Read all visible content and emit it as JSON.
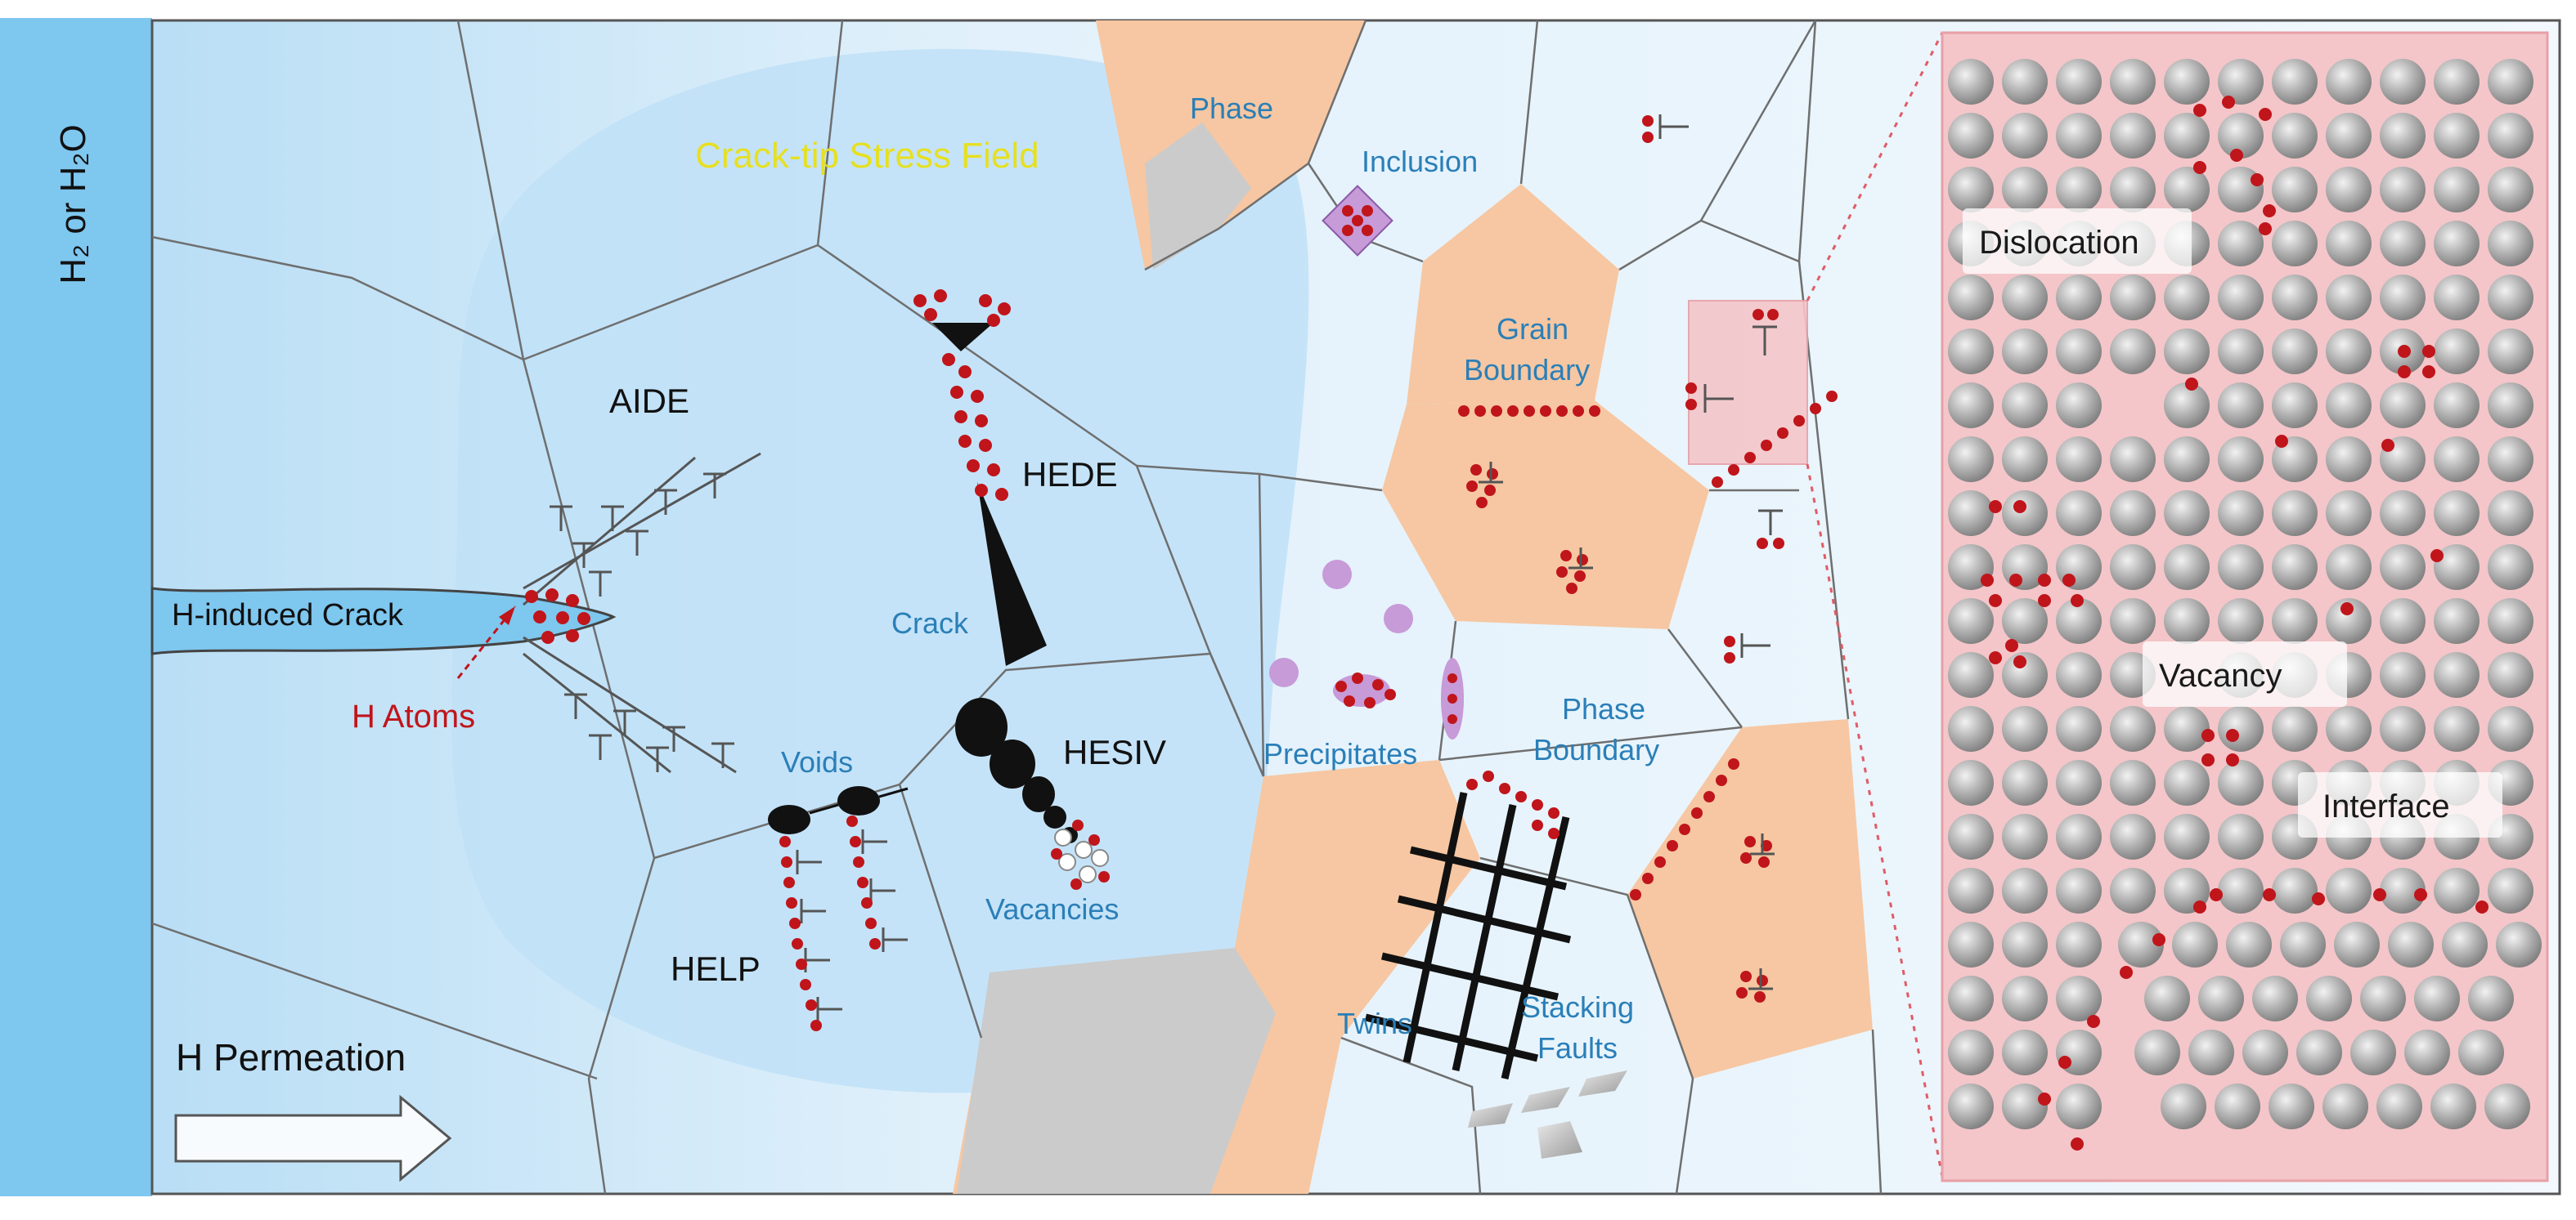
{
  "labels": {
    "side": "H₂ or H₂O",
    "stress_field": "Crack-tip Stress Field",
    "aide": "AIDE",
    "hede": "HEDE",
    "hesiv": "HESIV",
    "help": "HELP",
    "crack": "Crack",
    "h_induced_crack": "H-induced Crack",
    "h_atoms": "H Atoms",
    "voids": "Voids",
    "vacancies": "Vacancies",
    "h_permeation": "H Permeation",
    "phase": "Phase",
    "inclusion": "Inclusion",
    "grain_boundary_1": "Grain",
    "grain_boundary_2": "Boundary",
    "precipitates": "Precipitates",
    "phase_boundary_1": "Phase",
    "phase_boundary_2": "Boundary",
    "twins": "Twins",
    "stacking_faults_1": "Stacking",
    "stacking_faults_2": "Faults",
    "dislocation": "Dislocation",
    "vacancy": "Vacancy",
    "interface": "Interface"
  },
  "colors": {
    "hydrogen": "#c0151b",
    "grain_fill": "#e9f3fb",
    "stress_field": "#bfe0f7",
    "phase_orange": "#f6c7a2",
    "phase_gray": "#cbcbcb",
    "inclusion_purple": "#c79ad8",
    "zoom_panel": "#f4c6c9",
    "atom_gray": "#a9a9a9",
    "text_blue": "#2a7fb8",
    "surface_blue": "#7ec7ef"
  }
}
